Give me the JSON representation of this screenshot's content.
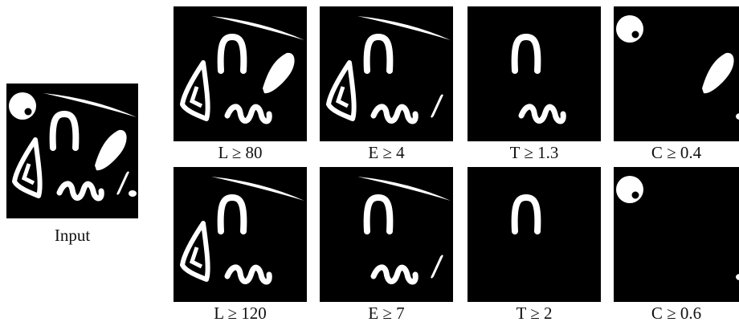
{
  "input_label": "Input",
  "filters": [
    {
      "label": "L ≥ 80"
    },
    {
      "label": "E ≥ 4"
    },
    {
      "label": "T ≥ 1.3"
    },
    {
      "label": "C ≥ 0.4"
    },
    {
      "label": "L ≥ 120"
    },
    {
      "label": "E ≥ 7"
    },
    {
      "label": "T ≥ 2"
    },
    {
      "label": "C ≥ 0.6"
    }
  ],
  "colors": {
    "background": "#000000",
    "foreground": "#ffffff",
    "page": "#ffffff"
  }
}
